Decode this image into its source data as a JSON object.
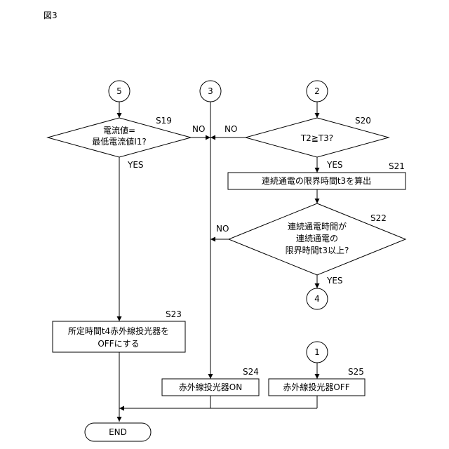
{
  "figure_label": "図3",
  "connectors": {
    "c5": "5",
    "c3": "3",
    "c2": "2",
    "c4": "4",
    "c1": "1"
  },
  "steps": {
    "s19": {
      "id": "S19",
      "line1": "電流値=",
      "line2": "最低電流値I1?",
      "no": "NO",
      "yes": "YES"
    },
    "s20": {
      "id": "S20",
      "text": "T2≧T3?",
      "no": "NO",
      "yes": "YES"
    },
    "s21": {
      "id": "S21",
      "text": "連続通電の限界時間t3を算出"
    },
    "s22": {
      "id": "S22",
      "line1": "連続通電時間が",
      "line2": "連続通電の",
      "line3": "限界時間t3以上?",
      "no": "NO",
      "yes": "YES"
    },
    "s23": {
      "id": "S23",
      "line1": "所定時間t4赤外線投光器を",
      "line2": "OFFにする"
    },
    "s24": {
      "id": "S24",
      "text": "赤外線投光器ON"
    },
    "s25": {
      "id": "S25",
      "text": "赤外線投光器OFF"
    }
  },
  "end": {
    "text": "END"
  }
}
